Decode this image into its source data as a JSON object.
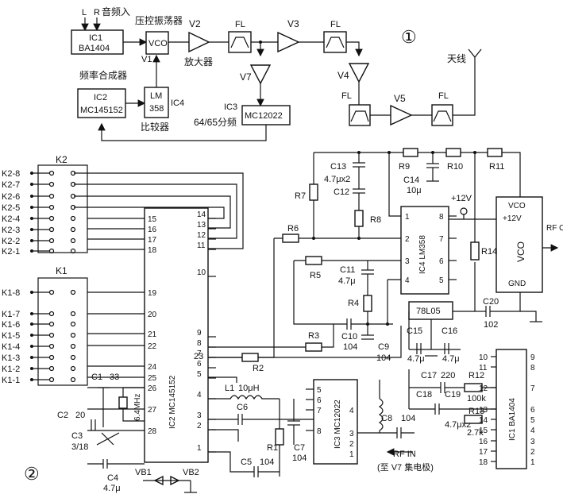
{
  "fig1": {
    "number": "①",
    "inputs": [
      "L",
      "R",
      "音频入"
    ],
    "ic1": {
      "name": "IC1",
      "part": "BA1404"
    },
    "vco": {
      "title": "压控振荡器",
      "label": "VCO",
      "v1": "V1"
    },
    "v2": {
      "name": "V2",
      "caption": "放大器"
    },
    "fl": "FL",
    "v3": "V3",
    "v4": "V4",
    "v5": "V5",
    "v7": "V7",
    "antenna": "天线",
    "synth": {
      "title": "频率合成器",
      "name": "IC2",
      "part": "MC145152"
    },
    "cmp": {
      "name": "LM",
      "part": "358",
      "ic": "IC4",
      "caption": "比较器"
    },
    "div": {
      "name": "IC3",
      "part": "MC12022",
      "caption": "64/65分频"
    }
  },
  "fig2": {
    "number": "②",
    "k2": {
      "name": "K2",
      "labels": [
        "K2-8",
        "K2-7",
        "K2-6",
        "K2-5",
        "K2-4",
        "K2-3",
        "K2-2",
        "K2-1"
      ]
    },
    "k1": {
      "name": "K1",
      "labels": [
        "K1-8",
        "K1-7",
        "K1-6",
        "K1-5",
        "K1-4",
        "K1-3",
        "K1-2",
        "K1-1"
      ]
    },
    "ic2": {
      "label": "IC2  MC145152",
      "pins_left": [
        "15",
        "16",
        "17",
        "18",
        "19",
        "20",
        "21",
        "22",
        "24",
        "25",
        "26",
        "27",
        "28"
      ],
      "pins_right": [
        "14",
        "13",
        "12",
        "11",
        "10",
        "9",
        "8",
        "7",
        "6",
        "5",
        "4",
        "3",
        "2",
        "1"
      ],
      "pin23": "23"
    },
    "ic4": {
      "label": "IC4  LM358",
      "pins_left": [
        "1",
        "2",
        "3",
        "4"
      ],
      "pins_right": [
        "8",
        "7",
        "6",
        "5"
      ]
    },
    "ic3": {
      "label": "IC3  MC12022",
      "pins_left": [
        "5",
        "6",
        "7",
        "8"
      ],
      "pins_right": [
        "4",
        "3",
        "2",
        "1"
      ]
    },
    "ic1": {
      "label": "IC1  BA1404",
      "pins_left": [
        "10",
        "11",
        "12",
        "13",
        "14",
        "15",
        "16",
        "17",
        "18"
      ],
      "pins_right": [
        "9",
        "8",
        "7",
        "6",
        "5",
        "4",
        "3",
        "2",
        "1"
      ]
    },
    "vco": {
      "label": "VCO",
      "top": "VCO",
      "supply": "+12V",
      "gnd": "GND",
      "out": "RF\nOUT"
    },
    "reg": "78L05",
    "v12": "+12V",
    "parts": {
      "c13": "C13",
      "c13v": "4.7μx2",
      "c12": "C12",
      "c14": "C14",
      "c14v": "10μ",
      "r7": "R7",
      "r8": "R8",
      "r9": "R9",
      "r10": "R10",
      "r11": "R11",
      "r6": "R6",
      "r5": "R5",
      "r14": "R14",
      "c11": "C11",
      "c11v": "4.7μ",
      "r4": "R4",
      "r3": "R3",
      "c10": "C10",
      "c10v": "104",
      "c9": "C9",
      "c9v": "104",
      "c15": "C15",
      "c15v": "4.7μ",
      "c16": "C16",
      "c16v": "4.7μ",
      "c20": "C20",
      "c20v": "102",
      "r2": "R2",
      "c17": "C17",
      "c17v": "220",
      "r12": "R12",
      "r12v": "100k",
      "c18": "C18",
      "c19": "C19",
      "c1819v": "4.7μx2",
      "r13": "R13",
      "r13v": "2.7k",
      "c1": "C1",
      "c1v": "33",
      "xtal": "6.4MHz",
      "c2": "C2",
      "c2v": "20",
      "c3": "C3",
      "c3v": "3/18",
      "c4": "C4",
      "c4v": "4.7μ",
      "l1": "L1",
      "l1v": "10μH",
      "c6": "C6",
      "c7": "C7",
      "c7v": "104",
      "r1": "R1",
      "c5": "C5",
      "c5v": "104",
      "c8": "C8",
      "c8v": "104",
      "vb1": "VB1",
      "vb2": "VB2",
      "rfin": "RF  IN",
      "rfin_note": "(至 V7 集电极)"
    }
  }
}
